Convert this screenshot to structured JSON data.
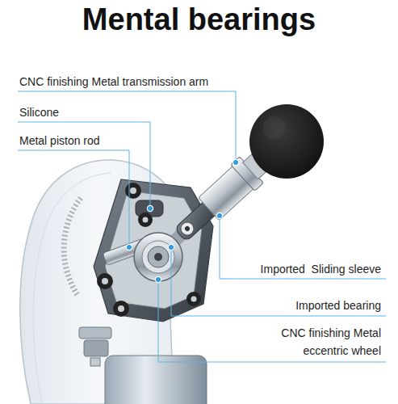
{
  "diagram": {
    "title": "Mental bearings",
    "labels": [
      "CNC finishing Metal transmission arm",
      "Silicone",
      "Metal piston rod",
      "Imported  Sliding sleeve",
      "Imported bearing",
      "CNC finishing Metal eccentric wheel"
    ]
  }
}
